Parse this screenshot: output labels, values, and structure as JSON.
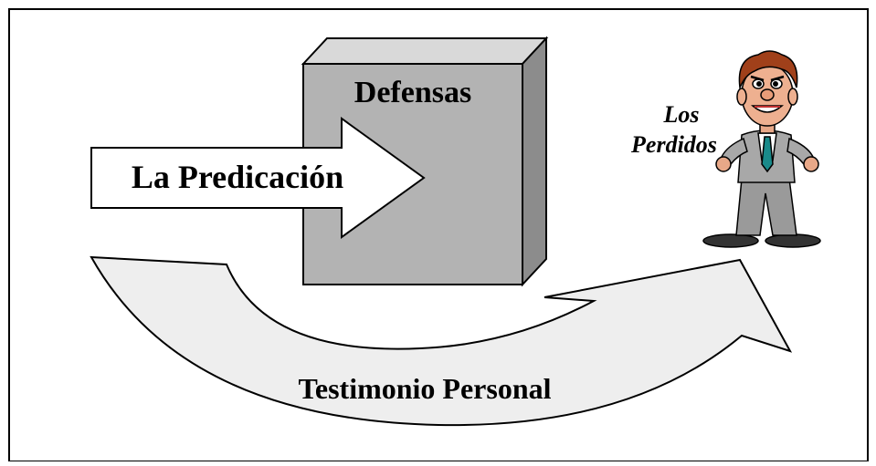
{
  "box": {
    "label": "Defensas"
  },
  "arrow_right": {
    "label": "La Predicación"
  },
  "person": {
    "label_line1": "Los",
    "label_line2": "Perdidos"
  },
  "curved_arrow": {
    "label": "Testimonio Personal"
  },
  "colors": {
    "box_front": "#b3b3b3",
    "box_top": "#d9d9d9",
    "box_side": "#8c8c8c",
    "arrow_fill": "#ffffff",
    "curve_fill": "#eeeeee",
    "stroke": "#000000"
  }
}
